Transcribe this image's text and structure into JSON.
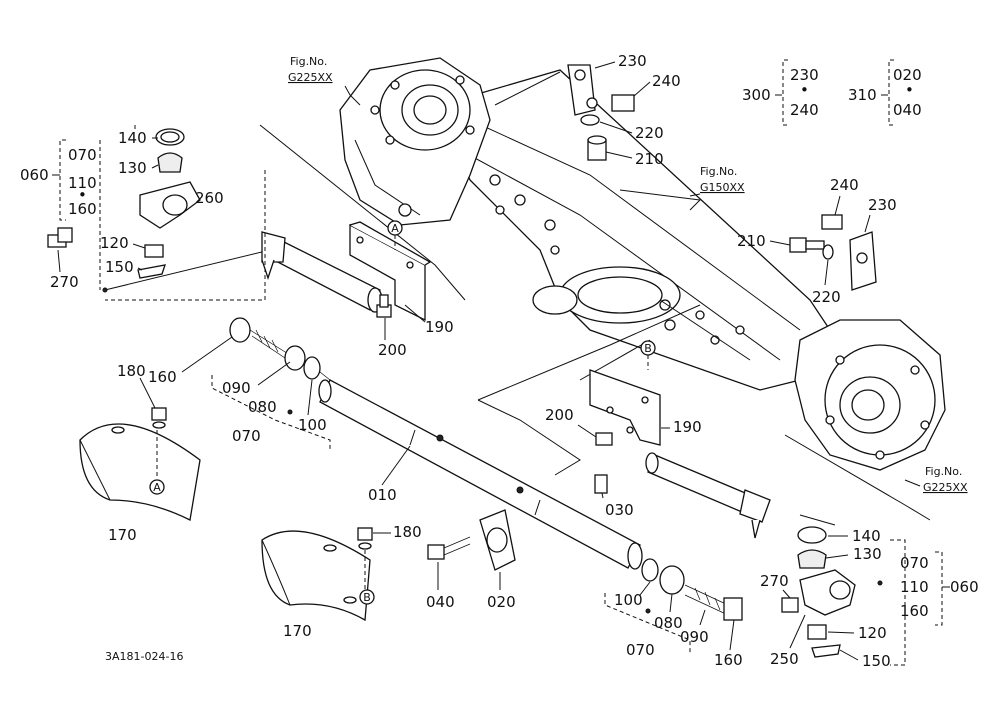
{
  "figure_refs": {
    "housing_left": {
      "line1": "Fig.No.",
      "line2": "G225XX"
    },
    "axle_case": {
      "line1": "Fig.No.",
      "line2": "G150XX"
    },
    "housing_right": {
      "line1": "Fig.No.",
      "line2": "G225XX"
    }
  },
  "groups": {
    "g300": {
      "label": "300",
      "items": [
        "230",
        "•",
        "240"
      ]
    },
    "g310": {
      "label": "310",
      "items": [
        "020",
        "•",
        "040"
      ]
    },
    "g060_left": {
      "label": "060",
      "items": [
        "070",
        "110",
        "•",
        "160"
      ]
    },
    "g060_right": {
      "label": "060",
      "items": [
        "070",
        "110",
        "160"
      ]
    }
  },
  "callouts": {
    "c140a": "140",
    "c130a": "130",
    "c260": "260",
    "c120a": "120",
    "c150a": "150",
    "c270a": "270",
    "c230a": "230",
    "c240a": "240",
    "c220a": "220",
    "c210a": "210",
    "c240b": "240",
    "c230b": "230",
    "c210b": "210",
    "c220b": "220",
    "c190a": "190",
    "c200a": "200",
    "c160a": "160",
    "c090a": "090",
    "c080a": "080",
    "c070a": "070",
    "c100a": "100",
    "c180a": "180",
    "c170a": "170",
    "c010": "010",
    "c030": "030",
    "c200b": "200",
    "c190b": "190",
    "c180b": "180",
    "c170b": "170",
    "c040": "040",
    "c020": "020",
    "c100b": "100",
    "c080b": "080",
    "c090b": "090",
    "c070b": "070",
    "c160b": "160",
    "c140b": "140",
    "c130b": "130",
    "c270b": "270",
    "c120b": "120",
    "c250": "250",
    "c150b": "150"
  },
  "markers": {
    "a_top": "A",
    "a_low": "A",
    "b_top": "B",
    "b_low": "B"
  },
  "drawing_code": "3A181-024-16"
}
